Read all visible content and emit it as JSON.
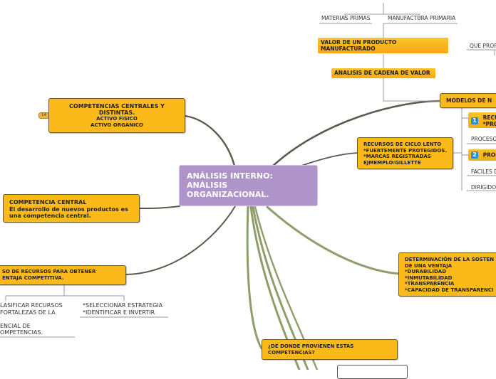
{
  "central": {
    "title": "ANÁLISIS INTERNO: ANÁLISIS ORGANIZACIONAL."
  },
  "top": {
    "materias": "MATERIAS PRIMAS",
    "manufactura": "MANUFACTURA PRIMARIA",
    "valor": "VALOR DE UN PRODUCTO MANUFACTURADO",
    "cadena": "ANALISIS DE CADENA DE VALOR",
    "propuesta": "QUE PROP"
  },
  "modelos": {
    "title": "MODELOS DE N",
    "item1_badge": "1",
    "item1_line1": "RECU",
    "item1_line2": "*PRO",
    "procesos": "PROCESO",
    "item2_badge": "2",
    "item2_text": "PROC",
    "faciles": "FACILES D",
    "dirigido": "DIRIGIDO"
  },
  "recursos_ciclo": {
    "l1": "RECURSOS DE CICLO LENTO",
    "l2": "*FUERTEMENTE PROTEGIDOS.",
    "l3": "*MARCAS REGISTRADAS",
    "l4": "EJMEMPLO:GILLETTE"
  },
  "competencias_centrales": {
    "title": "COMPETENCIAS CENTRALES Y DISTINTAS.",
    "l1": "ACTIVO FISICO",
    "l2": "ACTIVO ORGANICO",
    "badge": "14"
  },
  "competencia_central": {
    "title": "COMPETENCIA CENTRAL",
    "desc": "El desarrollo de nuevos productos es una competencia central."
  },
  "uso_recursos": {
    "l1": "SO DE RECURSOS PARA OBTENER",
    "l2": "ENTAJA COMPETITIVA.",
    "left_l1": "LASIFICAR RECURSOS",
    "left_l2": "FORTALEZAS DE LA",
    "left_l3": "ENCIAL DE",
    "left_l4": "OMPETENCIAS.",
    "right_l1": "*SELECCIONAR ESTRATEGIA",
    "right_l2": "*IDENTIFICAR E INVERTIR"
  },
  "sostenibilidad": {
    "l1": "DETERMINACIÓN DE LA SOSTEN",
    "l2": "DE UNA VENTAJA",
    "l3": "*DURABILIDAD",
    "l4": "*INMUTABILIDAD",
    "l5": "*TRANSPARENCIA",
    "l6": "*CAPACIDAD DE TRANSPARENCI"
  },
  "provienen": {
    "l1": "¿DE DONDE PROVIENEN ESTAS",
    "l2": "COMPETENCIAS?"
  },
  "colors": {
    "node": "#fbb91a",
    "central": "#ae94c8",
    "link_dark": "#5c5a4e",
    "link_green": "#8d9e6a",
    "badge": "#2a8fd8"
  }
}
